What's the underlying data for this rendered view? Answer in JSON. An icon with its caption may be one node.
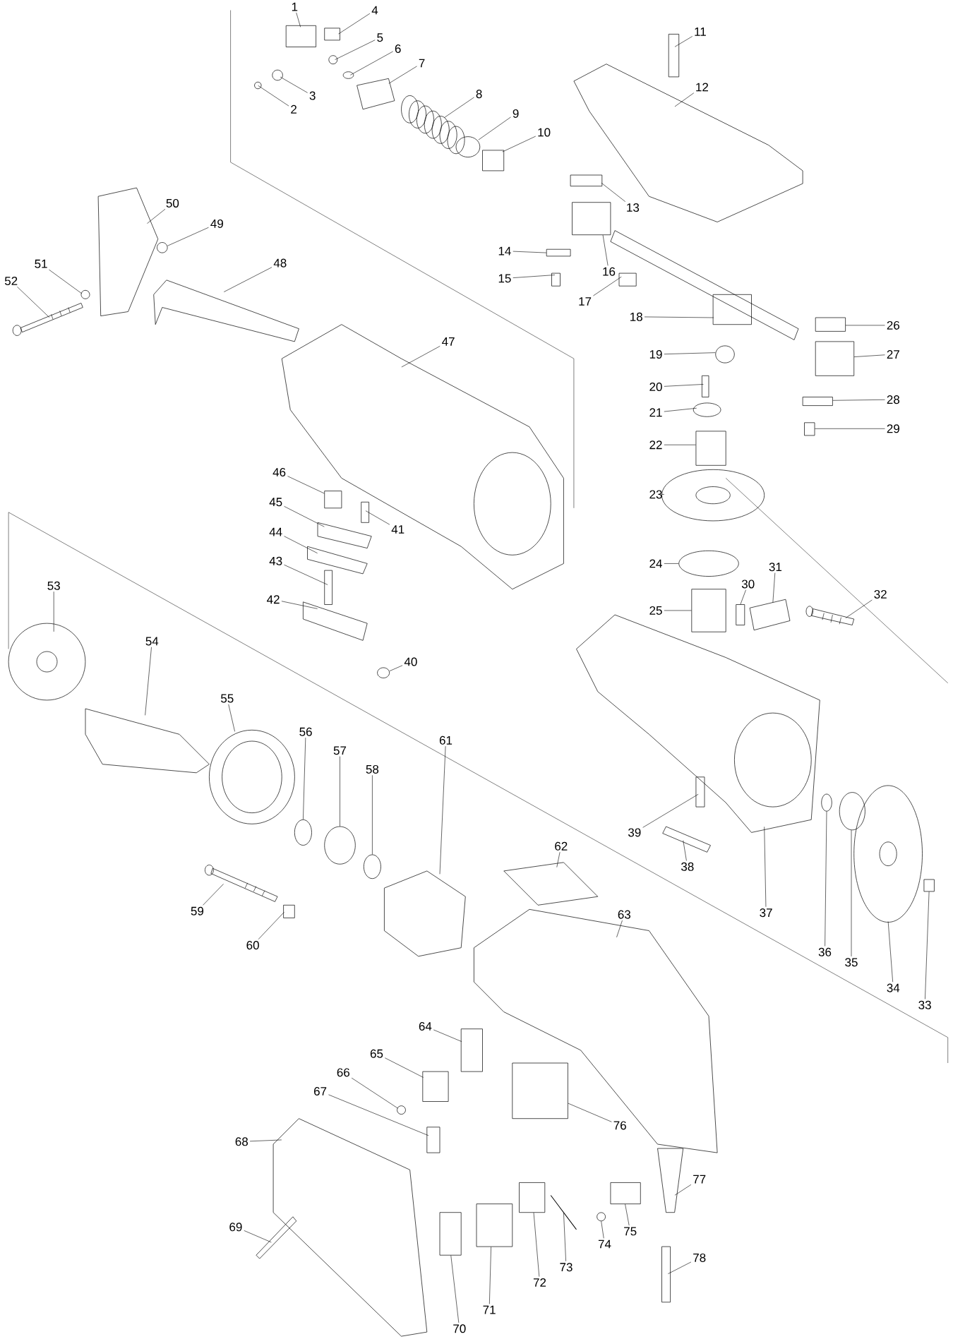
{
  "diagram": {
    "nodes": [
      {
        "text": [
          "1"
        ]
      },
      {
        "text": [
          "2"
        ]
      },
      {
        "text": [
          "3"
        ]
      },
      {
        "text": [
          "4"
        ]
      },
      {
        "text": [
          "5"
        ]
      },
      {
        "text": [
          "6"
        ]
      },
      {
        "text": [
          "7"
        ]
      },
      {
        "text": [
          "8"
        ]
      },
      {
        "text": [
          "9"
        ]
      },
      {
        "text": [
          "10"
        ]
      },
      {
        "text": [
          "11"
        ]
      },
      {
        "text": [
          "12"
        ]
      },
      {
        "text": [
          "13"
        ]
      },
      {
        "text": [
          "14"
        ]
      },
      {
        "text": [
          "15"
        ]
      },
      {
        "text": [
          "16"
        ]
      },
      {
        "text": [
          "17"
        ]
      },
      {
        "text": [
          "18"
        ]
      },
      {
        "text": [
          "19"
        ]
      },
      {
        "text": [
          "20"
        ]
      },
      {
        "text": [
          "21"
        ]
      },
      {
        "text": [
          "22"
        ]
      },
      {
        "text": [
          "23"
        ]
      },
      {
        "text": [
          "24"
        ]
      },
      {
        "text": [
          "25"
        ]
      },
      {
        "text": [
          "26"
        ]
      },
      {
        "text": [
          "27"
        ]
      },
      {
        "text": [
          "28"
        ]
      },
      {
        "text": [
          "29"
        ]
      },
      {
        "text": [
          "30"
        ]
      },
      {
        "text": [
          "31"
        ]
      },
      {
        "text": [
          "32"
        ]
      },
      {
        "text": [
          "33"
        ]
      },
      {
        "text": [
          "34"
        ]
      },
      {
        "text": [
          "35"
        ]
      },
      {
        "text": [
          "36"
        ]
      },
      {
        "text": [
          "37"
        ]
      },
      {
        "text": [
          "38"
        ]
      },
      {
        "text": [
          "39"
        ]
      },
      {
        "text": [
          "40"
        ]
      },
      {
        "text": [
          "41"
        ]
      },
      {
        "text": [
          "42"
        ]
      },
      {
        "text": [
          "43"
        ]
      },
      {
        "text": [
          "44"
        ]
      },
      {
        "text": [
          "45"
        ]
      },
      {
        "text": [
          "46"
        ]
      },
      {
        "text": [
          "47"
        ]
      },
      {
        "text": [
          "48"
        ]
      },
      {
        "text": [
          "49"
        ]
      },
      {
        "text": [
          "50"
        ]
      },
      {
        "text": [
          "51"
        ]
      },
      {
        "text": [
          "52"
        ]
      },
      {
        "text": [
          "53"
        ]
      },
      {
        "text": [
          "54"
        ]
      },
      {
        "text": [
          "55"
        ]
      },
      {
        "text": [
          "56"
        ]
      },
      {
        "text": [
          "57"
        ]
      },
      {
        "text": [
          "58"
        ]
      },
      {
        "text": [
          "59"
        ]
      },
      {
        "text": [
          "60"
        ]
      },
      {
        "text": [
          "61"
        ]
      },
      {
        "text": [
          "62"
        ]
      },
      {
        "text": [
          "63"
        ]
      },
      {
        "text": [
          "64"
        ]
      },
      {
        "text": [
          "65"
        ]
      },
      {
        "text": [
          "66"
        ]
      },
      {
        "text": [
          "67"
        ]
      },
      {
        "text": [
          "68"
        ]
      },
      {
        "text": [
          "69"
        ]
      },
      {
        "text": [
          "70"
        ]
      },
      {
        "text": [
          "71"
        ]
      },
      {
        "text": [
          "72"
        ]
      },
      {
        "text": [
          "73"
        ]
      },
      {
        "text": [
          "74"
        ]
      },
      {
        "text": [
          "75"
        ]
      },
      {
        "text": [
          "76"
        ]
      },
      {
        "text": [
          "77"
        ]
      },
      {
        "text": [
          "78"
        ]
      },
      {
        "text": [],
        "shape": "box"
      },
      {
        "text": [],
        "shape": "circle"
      },
      {
        "text": [],
        "shape": "circle"
      },
      {
        "text": [],
        "shape": "box"
      },
      {
        "text": [],
        "shape": "circle"
      },
      {
        "text": [],
        "shape": "circle"
      },
      {
        "text": [],
        "shape": "picture"
      },
      {
        "text": [],
        "shape": "picture"
      },
      {
        "text": [],
        "shape": "circle"
      },
      {
        "text": [],
        "shape": "box"
      },
      {
        "text": [],
        "shape": "box"
      },
      {
        "text": [],
        "shape": "picture"
      },
      {
        "text": [],
        "shape": "box"
      },
      {
        "text": [],
        "shape": "box"
      },
      {
        "text": [],
        "shape": "box"
      },
      {
        "text": [],
        "shape": "box"
      },
      {
        "text": [],
        "shape": "box"
      },
      {
        "text": [],
        "shape": "picture"
      },
      {
        "text": [],
        "shape": "circle"
      },
      {
        "text": [],
        "shape": "box"
      },
      {
        "text": [],
        "shape": "circle"
      },
      {
        "text": [],
        "shape": "box"
      },
      {
        "text": [],
        "shape": "picture"
      },
      {
        "text": [],
        "shape": "circle"
      },
      {
        "text": [],
        "shape": "box"
      },
      {
        "text": [],
        "shape": "box"
      },
      {
        "text": [],
        "shape": "box"
      },
      {
        "text": [],
        "shape": "box"
      },
      {
        "text": [],
        "shape": "box"
      },
      {
        "text": [],
        "shape": "box"
      },
      {
        "text": [],
        "shape": "picture"
      },
      {
        "text": [],
        "shape": "picture"
      },
      {
        "text": [],
        "shape": "box"
      },
      {
        "text": [],
        "shape": "picture"
      },
      {
        "text": [],
        "shape": "circle"
      },
      {
        "text": [],
        "shape": "circle"
      },
      {
        "text": [],
        "shape": "picture"
      },
      {
        "text": [],
        "shape": "picture"
      },
      {
        "text": [],
        "shape": "box"
      },
      {
        "text": [],
        "shape": "circle"
      },
      {
        "text": [],
        "shape": "box"
      },
      {
        "text": [],
        "shape": "picture"
      },
      {
        "text": [],
        "shape": "box"
      },
      {
        "text": [],
        "shape": "picture"
      },
      {
        "text": [],
        "shape": "picture"
      },
      {
        "text": [],
        "shape": "box"
      },
      {
        "text": [],
        "shape": "picture"
      },
      {
        "text": [],
        "shape": "picture"
      },
      {
        "text": [],
        "shape": "circle"
      },
      {
        "text": [],
        "shape": "picture"
      },
      {
        "text": [],
        "shape": "circle"
      },
      {
        "text": [],
        "shape": "picture"
      },
      {
        "text": [],
        "shape": "picture"
      },
      {
        "text": [],
        "shape": "picture"
      },
      {
        "text": [],
        "shape": "picture"
      },
      {
        "text": [],
        "shape": "circle"
      },
      {
        "text": [],
        "shape": "circle"
      },
      {
        "text": [],
        "shape": "circle"
      },
      {
        "text": [],
        "shape": "picture"
      },
      {
        "text": [],
        "shape": "box"
      },
      {
        "text": [],
        "shape": "picture"
      },
      {
        "text": [],
        "shape": "picture"
      },
      {
        "text": [],
        "shape": "picture"
      },
      {
        "text": [],
        "shape": "box"
      },
      {
        "text": [],
        "shape": "box"
      },
      {
        "text": [],
        "shape": "circle"
      },
      {
        "text": [],
        "shape": "box"
      },
      {
        "text": [],
        "shape": "picture"
      },
      {
        "text": [],
        "shape": "picture"
      },
      {
        "text": [],
        "shape": "box"
      },
      {
        "text": [],
        "shape": "box"
      },
      {
        "text": [],
        "shape": "box"
      },
      {
        "text": [],
        "shape": "picture"
      },
      {
        "text": [],
        "shape": "circle"
      },
      {
        "text": [],
        "shape": "box"
      },
      {
        "text": [],
        "shape": "box"
      },
      {
        "text": [],
        "shape": "picture"
      },
      {
        "text": [],
        "shape": "box"
      }
    ],
    "edges": [
      {
        "from": 0,
        "to": 78,
        "arrow": "none"
      },
      {
        "from": 1,
        "to": 79,
        "arrow": "none"
      },
      {
        "from": 2,
        "to": 80,
        "arrow": "none"
      },
      {
        "from": 3,
        "to": 81,
        "arrow": "none"
      },
      {
        "from": 4,
        "to": 82,
        "arrow": "none"
      },
      {
        "from": 5,
        "to": 83,
        "arrow": "none"
      },
      {
        "from": 6,
        "to": 84,
        "arrow": "none"
      },
      {
        "from": 7,
        "to": 85,
        "arrow": "none"
      },
      {
        "from": 8,
        "to": 86,
        "arrow": "none"
      },
      {
        "from": 9,
        "to": 87,
        "arrow": "none"
      },
      {
        "from": 10,
        "to": 88,
        "arrow": "none"
      },
      {
        "from": 11,
        "to": 89,
        "arrow": "none"
      },
      {
        "from": 12,
        "to": 90,
        "arrow": "none"
      },
      {
        "from": 13,
        "to": 91,
        "arrow": "none"
      },
      {
        "from": 14,
        "to": 92,
        "arrow": "none"
      },
      {
        "from": 15,
        "to": 93,
        "arrow": "none"
      },
      {
        "from": 16,
        "to": 94,
        "arrow": "none"
      },
      {
        "from": 17,
        "to": 95,
        "arrow": "none"
      },
      {
        "from": 18,
        "to": 96,
        "arrow": "none"
      },
      {
        "from": 19,
        "to": 97,
        "arrow": "none"
      },
      {
        "from": 20,
        "to": 98,
        "arrow": "none"
      },
      {
        "from": 21,
        "to": 99,
        "arrow": "none"
      },
      {
        "from": 22,
        "to": 100,
        "arrow": "none"
      },
      {
        "from": 23,
        "to": 101,
        "arrow": "none"
      },
      {
        "from": 24,
        "to": 102,
        "arrow": "none"
      },
      {
        "from": 25,
        "to": 103,
        "arrow": "none"
      },
      {
        "from": 26,
        "to": 104,
        "arrow": "none"
      },
      {
        "from": 27,
        "to": 105,
        "arrow": "none"
      },
      {
        "from": 28,
        "to": 106,
        "arrow": "none"
      },
      {
        "from": 29,
        "to": 107,
        "arrow": "none"
      },
      {
        "from": 30,
        "to": 108,
        "arrow": "none"
      },
      {
        "from": 31,
        "to": 109,
        "arrow": "none"
      },
      {
        "from": 32,
        "to": 110,
        "arrow": "none"
      },
      {
        "from": 33,
        "to": 111,
        "arrow": "none"
      },
      {
        "from": 34,
        "to": 112,
        "arrow": "none"
      },
      {
        "from": 35,
        "to": 113,
        "arrow": "none"
      },
      {
        "from": 36,
        "to": 114,
        "arrow": "none"
      },
      {
        "from": 37,
        "to": 115,
        "arrow": "none"
      },
      {
        "from": 38,
        "to": 116,
        "arrow": "none"
      },
      {
        "from": 39,
        "to": 117,
        "arrow": "none"
      },
      {
        "from": 40,
        "to": 118,
        "arrow": "none"
      },
      {
        "from": 41,
        "to": 119,
        "arrow": "none"
      },
      {
        "from": 42,
        "to": 120,
        "arrow": "none"
      },
      {
        "from": 43,
        "to": 121,
        "arrow": "none"
      },
      {
        "from": 44,
        "to": 122,
        "arrow": "none"
      },
      {
        "from": 45,
        "to": 123,
        "arrow": "none"
      },
      {
        "from": 46,
        "to": 124,
        "arrow": "none"
      },
      {
        "from": 47,
        "to": 125,
        "arrow": "none"
      },
      {
        "from": 48,
        "to": 126,
        "arrow": "none"
      },
      {
        "from": 49,
        "to": 127,
        "arrow": "none"
      },
      {
        "from": 50,
        "to": 128,
        "arrow": "none"
      },
      {
        "from": 51,
        "to": 129,
        "arrow": "none"
      },
      {
        "from": 52,
        "to": 130,
        "arrow": "none"
      },
      {
        "from": 53,
        "to": 131,
        "arrow": "none"
      },
      {
        "from": 54,
        "to": 132,
        "arrow": "none"
      },
      {
        "from": 55,
        "to": 133,
        "arrow": "none"
      },
      {
        "from": 56,
        "to": 134,
        "arrow": "none"
      },
      {
        "from": 57,
        "to": 135,
        "arrow": "none"
      },
      {
        "from": 58,
        "to": 136,
        "arrow": "none"
      },
      {
        "from": 59,
        "to": 137,
        "arrow": "none"
      },
      {
        "from": 60,
        "to": 138,
        "arrow": "none"
      },
      {
        "from": 61,
        "to": 139,
        "arrow": "none"
      },
      {
        "from": 62,
        "to": 140,
        "arrow": "none"
      },
      {
        "from": 63,
        "to": 141,
        "arrow": "none"
      },
      {
        "from": 64,
        "to": 142,
        "arrow": "none"
      },
      {
        "from": 65,
        "to": 143,
        "arrow": "none"
      },
      {
        "from": 66,
        "to": 144,
        "arrow": "none"
      },
      {
        "from": 67,
        "to": 145,
        "arrow": "none"
      },
      {
        "from": 68,
        "to": 146,
        "arrow": "none"
      },
      {
        "from": 69,
        "to": 147,
        "arrow": "none"
      },
      {
        "from": 70,
        "to": 148,
        "arrow": "none"
      },
      {
        "from": 71,
        "to": 149,
        "arrow": "none"
      },
      {
        "from": 72,
        "to": 150,
        "arrow": "none"
      },
      {
        "from": 73,
        "to": 151,
        "arrow": "none"
      },
      {
        "from": 74,
        "to": 152,
        "arrow": "none"
      },
      {
        "from": 75,
        "to": 153,
        "arrow": "none"
      },
      {
        "from": 76,
        "to": 154,
        "arrow": "none"
      },
      {
        "from": 77,
        "to": 155,
        "arrow": "none"
      }
    ]
  }
}
